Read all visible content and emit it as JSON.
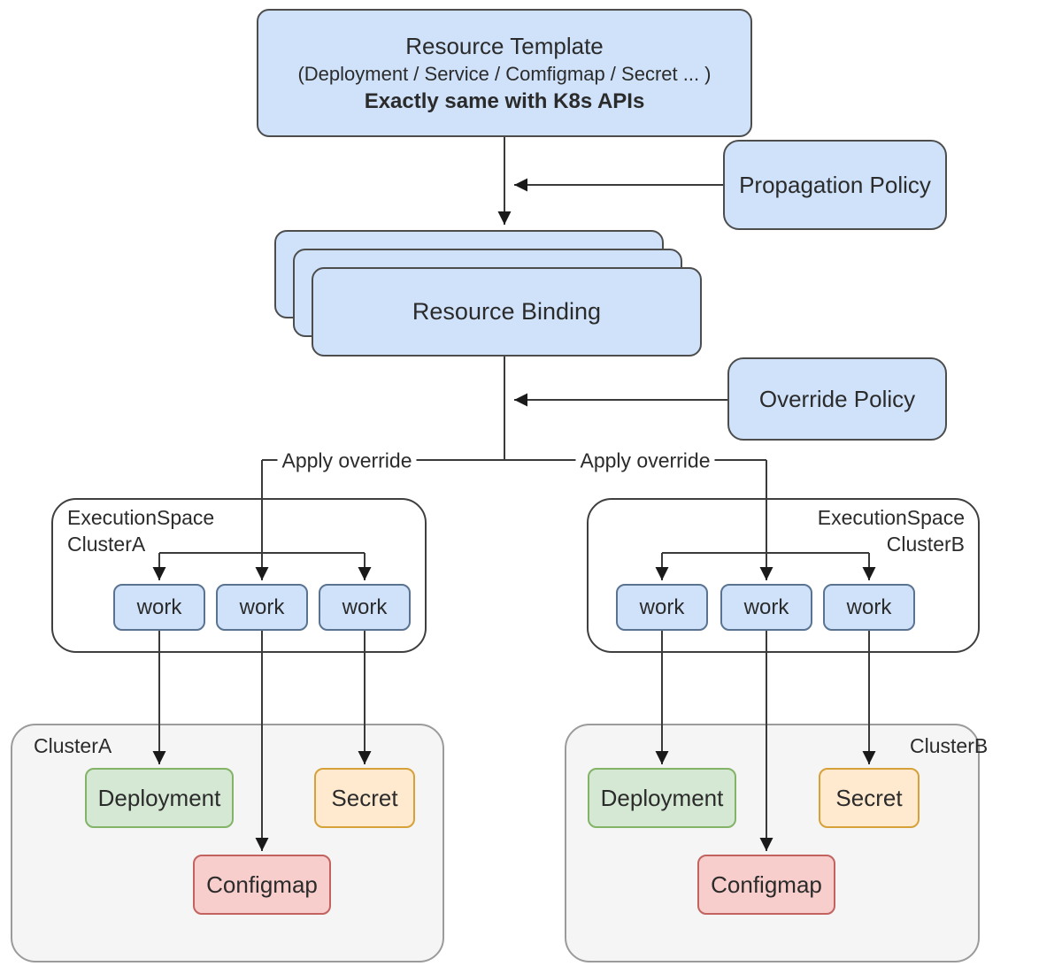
{
  "diagram": {
    "resource_template": {
      "title": "Resource Template",
      "subtitle": "(Deployment / Service / Comfigmap / Secret ... )",
      "note": "Exactly same with K8s APIs"
    },
    "propagation_policy": {
      "label": "Propagation Policy"
    },
    "resource_binding": {
      "label": "Resource Binding"
    },
    "override_policy": {
      "label": "Override Policy"
    },
    "apply_override_left": "Apply override",
    "apply_override_right": "Apply override",
    "execution_spaces": [
      {
        "title": "ExecutionSpace",
        "cluster": "ClusterA",
        "works": [
          "work",
          "work",
          "work"
        ]
      },
      {
        "title": "ExecutionSpace",
        "cluster": "ClusterB",
        "works": [
          "work",
          "work",
          "work"
        ]
      }
    ],
    "clusters": [
      {
        "name": "ClusterA",
        "deployment": "Deployment",
        "secret": "Secret",
        "configmap": "Configmap"
      },
      {
        "name": "ClusterB",
        "deployment": "Deployment",
        "secret": "Secret",
        "configmap": "Configmap"
      }
    ],
    "colors": {
      "node_blue_fill": "#cfe2fa",
      "node_blue_border": "#4d4d4d",
      "work_border": "#5a7391",
      "green_fill": "#d5e8d4",
      "green_border": "#82b366",
      "orange_fill": "#ffe9cf",
      "orange_border": "#d7a139",
      "red_fill": "#f8cecc",
      "red_border": "#c26360",
      "cluster_gray_fill": "#f5f5f5",
      "cluster_gray_border": "#9b9b9b",
      "connector": "#3a3a3a"
    }
  }
}
